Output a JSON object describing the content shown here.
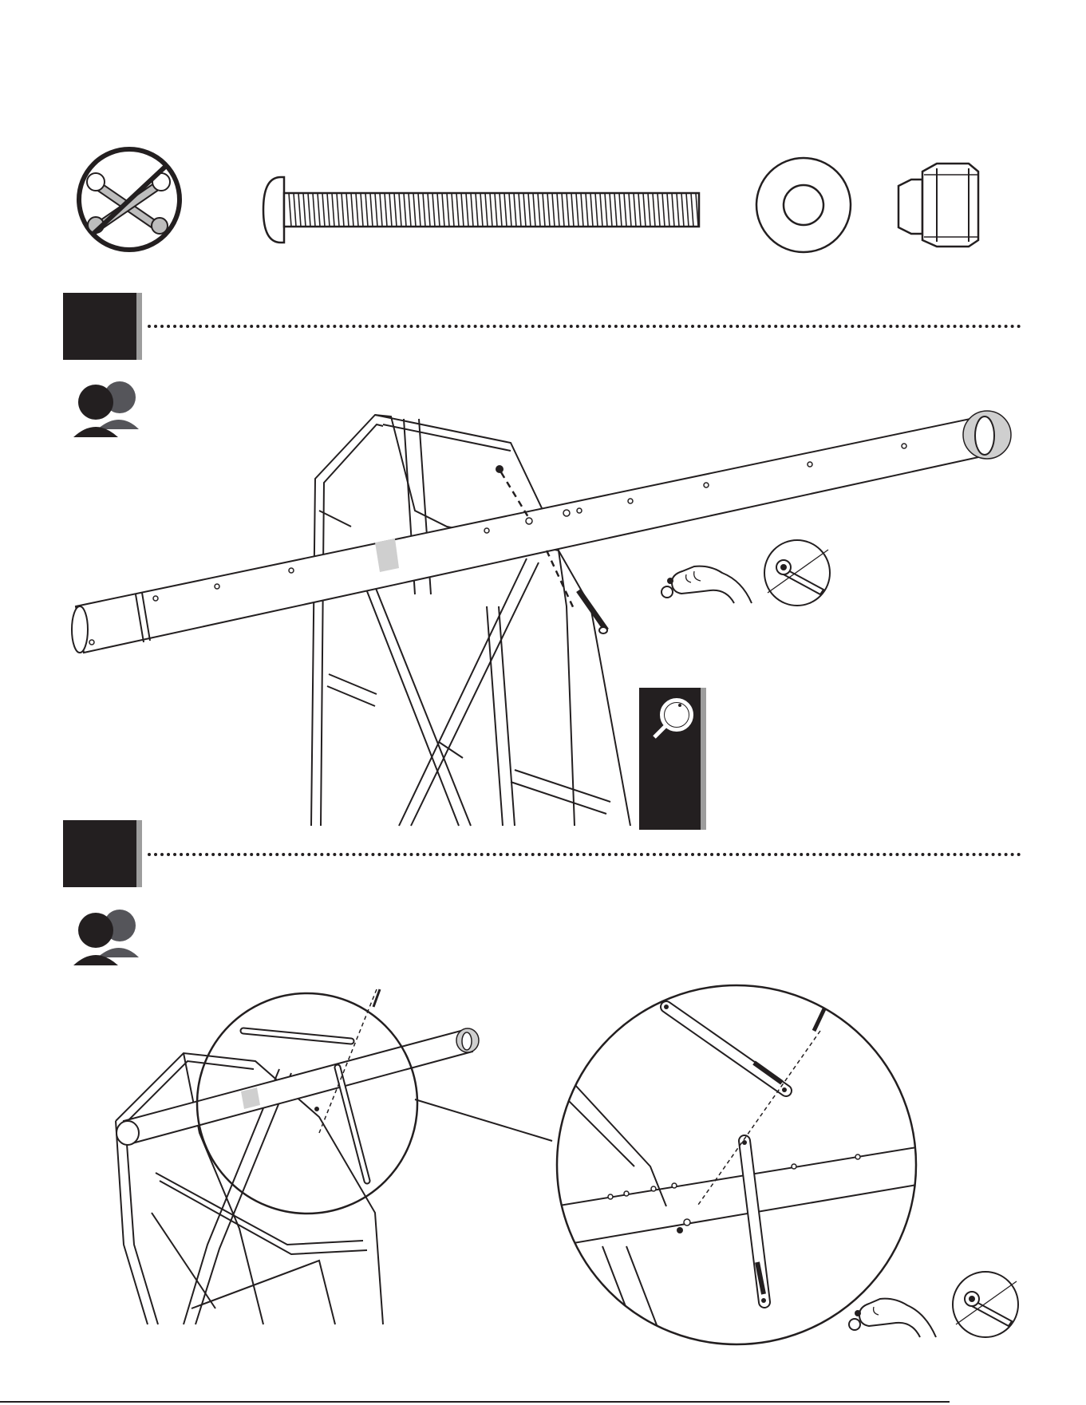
{
  "steps": [
    {
      "label": ""
    },
    {
      "label": ""
    }
  ],
  "page_number": "",
  "icons": {
    "no_tools": "no-tools-icon",
    "two_people": "two-people-icon",
    "magnifier": "magnifier-icon",
    "hand_hold_nut": "hand-holding-nut-icon",
    "wrench_detail": "wrench-detail-icon"
  },
  "hardware": [
    "long-bolt",
    "flat-washer",
    "lock-nut"
  ],
  "colors": {
    "ink": "#231f20",
    "shadow": "#9d9d9d",
    "tape": "#cfcfcf"
  }
}
